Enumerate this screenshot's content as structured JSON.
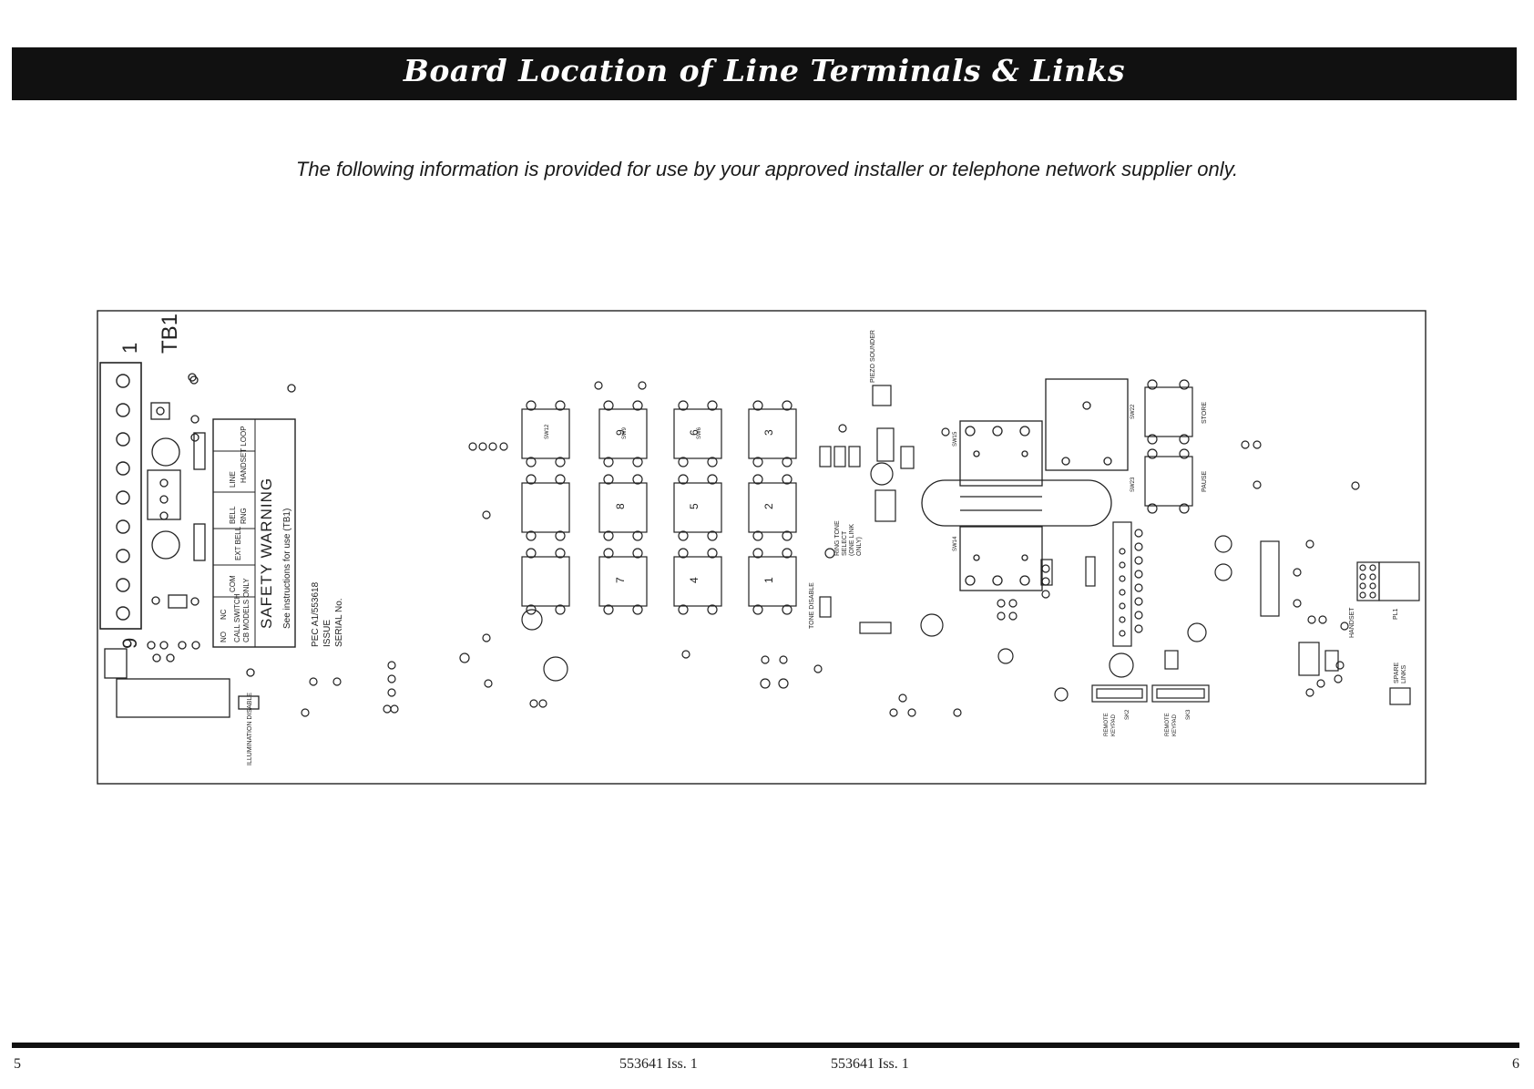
{
  "header": {
    "title": "Board Location of Line Terminals & Links",
    "subtitle": "The following information is provided for use by your approved installer or telephone network supplier only."
  },
  "board": {
    "terminal_block": {
      "label": "TB1",
      "pin_top": "1",
      "pin_bottom": "9"
    },
    "warning": {
      "title": "SAFETY WARNING",
      "subtitle": "See instructions for use (TB1)"
    },
    "pec": [
      "PEC A1/553618",
      "ISSUE",
      "SERIAL No."
    ],
    "terminal_labels": [
      "HANDSET LOOP",
      "LINE",
      "BELL",
      "RNG",
      "EXT BELL",
      "COM",
      "NC",
      "NO"
    ],
    "call_switch": [
      "CALL SWITCH",
      "CB MODELS ONLY"
    ],
    "illumination": "ILLUMINATION DISABLE",
    "keypad_numbers": [
      "9",
      "6",
      "3",
      "8",
      "5",
      "2",
      "7",
      "4",
      "1"
    ],
    "switch_labels": [
      "SW15",
      "SW14",
      "SW22",
      "SW23",
      "SW12",
      "SW9",
      "SW6"
    ],
    "store_label": "STORE",
    "pause_label": "PAUSE",
    "ring_tone": [
      "RING TONE",
      "SELECT",
      "(ONE LINK",
      "ONLY)"
    ],
    "tone_disable": "TONE DISABLE",
    "piezo": "PIEZO SOUNDER",
    "remote_keypad_1": [
      "REMOTE",
      "KEYPAD",
      "SK2"
    ],
    "remote_keypad_2": [
      "REMOTE",
      "KEYPAD",
      "SK3"
    ],
    "handset_label": "HANDSET",
    "pl1": "PL1",
    "spare_links": [
      "SPARE",
      "LINKS"
    ]
  },
  "footer": {
    "page_left": "5",
    "doc_left": "553641 Iss. 1",
    "doc_right": "553641 Iss. 1",
    "page_right": "6"
  }
}
